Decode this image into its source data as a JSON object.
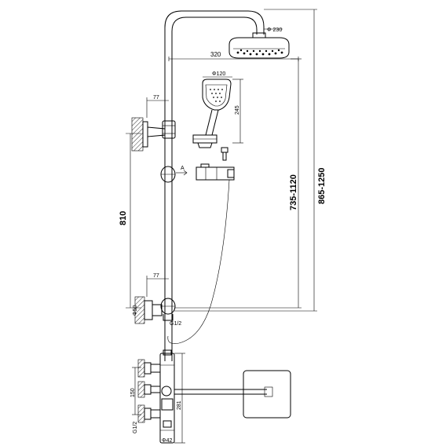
{
  "dimensions": {
    "head_diameter": "Φ 230",
    "arm_reach": "320",
    "hand_shower_diameter": "Φ120",
    "hand_shower_length": "245",
    "top_wall_offset": "77",
    "bottom_wall_offset": "77",
    "bracket_spacing": "810",
    "head_height_range": "735-1120",
    "total_height_range": "865-1250",
    "detail_marker": "A",
    "outlet_diameter": "Φ50",
    "thread_size_top": "G1/2",
    "inlet_spacing": "150",
    "body_length": "281",
    "thread_size_bottom": "G1/2",
    "body_diameter": "Φ42"
  },
  "colors": {
    "line": "#000000",
    "background": "#ffffff"
  }
}
